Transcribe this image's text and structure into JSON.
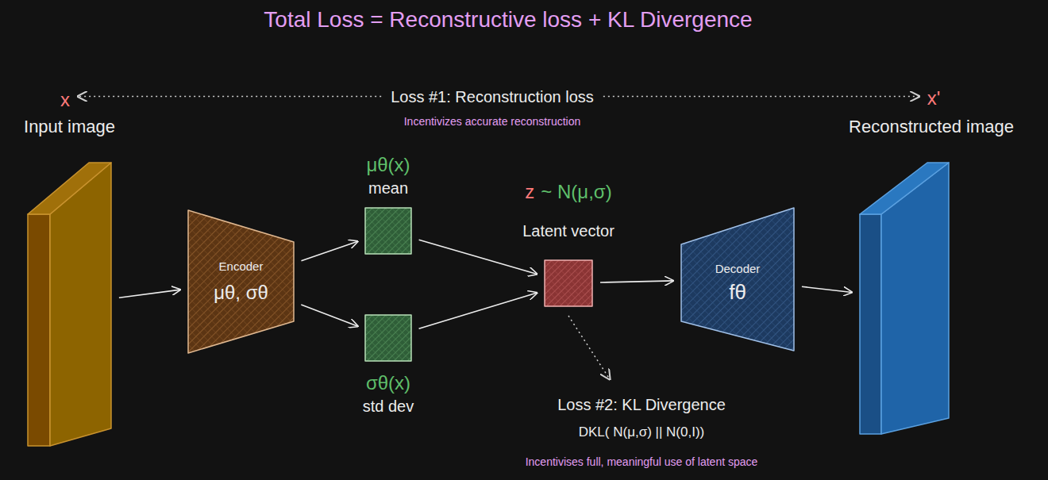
{
  "diagram": {
    "title": "Total Loss = Reconstructive loss + KL Divergence",
    "nodes": [
      {
        "text": [
          "Input image"
        ]
      },
      {
        "text": [
          "Encoder",
          "μθ, σθ"
        ]
      },
      {
        "text": [
          "μθ(x)",
          "mean"
        ]
      },
      {
        "text": [
          "σθ(x)",
          "std dev"
        ]
      },
      {
        "text": [
          "z",
          "~ N(μ,σ)",
          "Latent vector"
        ]
      },
      {
        "text": [
          "Decoder",
          "fθ"
        ]
      },
      {
        "text": [
          "Reconstructed image"
        ]
      }
    ],
    "edges": [
      {
        "from": 0,
        "to": 1,
        "arrow": "to"
      },
      {
        "from": 1,
        "to": 2,
        "arrow": "to"
      },
      {
        "from": 1,
        "to": 3,
        "arrow": "to"
      },
      {
        "from": 2,
        "to": 4,
        "arrow": "to"
      },
      {
        "from": 3,
        "to": 4,
        "arrow": "to"
      },
      {
        "from": 4,
        "to": 5,
        "arrow": "to"
      },
      {
        "from": 5,
        "to": 6,
        "arrow": "to"
      }
    ],
    "labels": [
      "x",
      "Loss #1: Reconstruction loss",
      "Incentivizes accurate reconstruction",
      "x'",
      "Loss #2: KL Divergence",
      "DKL( N(μ,σ) || N(0,I))",
      "Incentivises full, meaningful use of latent space"
    ]
  }
}
